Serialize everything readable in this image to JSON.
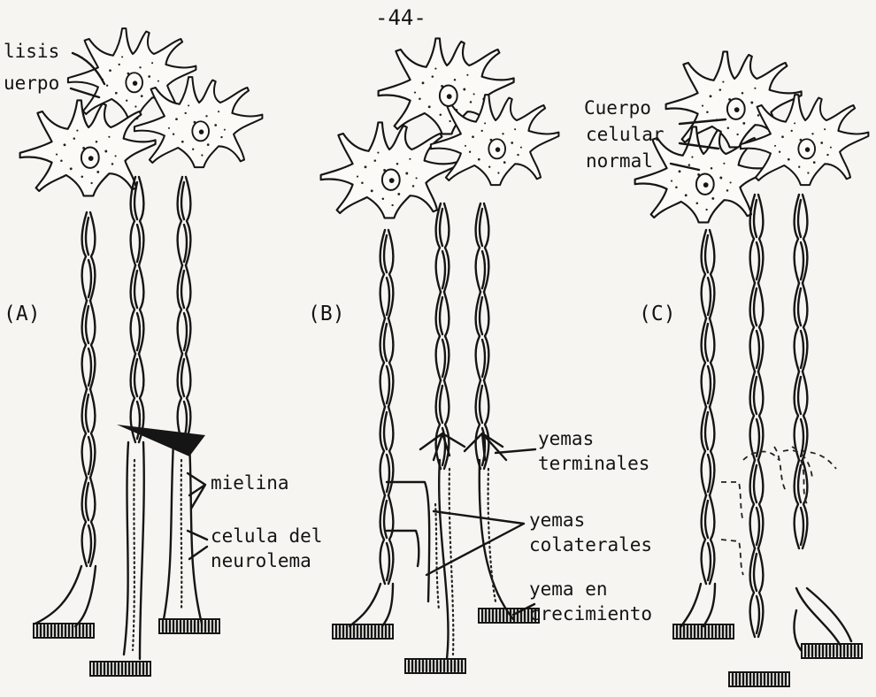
{
  "page_number": "-44-",
  "panels": [
    {
      "id": "A",
      "label": "(A)"
    },
    {
      "id": "B",
      "label": "(B)"
    },
    {
      "id": "C",
      "label": "(C)"
    }
  ],
  "labels": {
    "a_top_line1": "lisis",
    "a_top_line2": "uerpo",
    "mielina": "mielina",
    "celula_line1": "celula del",
    "celula_line2": "neurolema",
    "yemas_terminales_line1": "yemas",
    "yemas_terminales_line2": "terminales",
    "yemas_colaterales_line1": "yemas",
    "yemas_colaterales_line2": "colaterales",
    "yema_crec_line1": "yema en",
    "yema_crec_line2": "crecimiento",
    "cuerpo_line1": "Cuerpo",
    "cuerpo_line2": "celular",
    "cuerpo_line3": "normal"
  },
  "colors": {
    "ink": "#151515",
    "paper": "#f6f5f1"
  }
}
